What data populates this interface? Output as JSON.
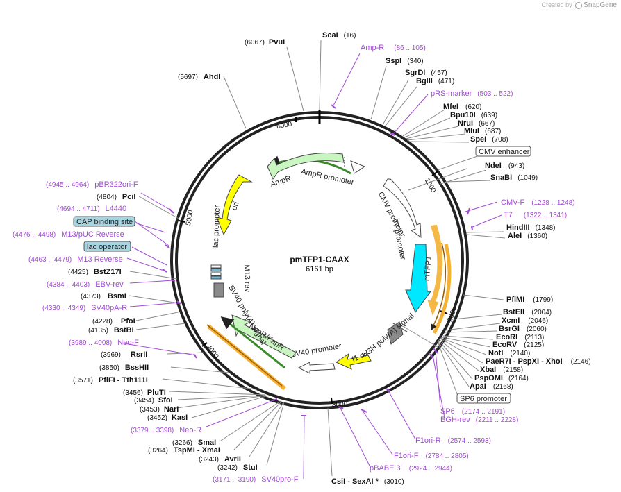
{
  "credit": {
    "prefix": "Created by",
    "brand": "SnapGene"
  },
  "plasmid": {
    "name": "pmTFP1-CAAX",
    "size": "6161 bp"
  },
  "ticks": [
    "1000",
    "2000",
    "3000",
    "4000",
    "5000",
    "6000"
  ],
  "enzymes": [
    {
      "id": "scai",
      "name": "ScaI",
      "pos": "(16)"
    },
    {
      "id": "pvui",
      "name": "PvuI",
      "pos": "(6067)"
    },
    {
      "id": "sspi",
      "name": "SspI",
      "pos": "(340)"
    },
    {
      "id": "sgrdi",
      "name": "SgrDI",
      "pos": "(457)"
    },
    {
      "id": "bglii",
      "name": "BglII",
      "pos": "(471)"
    },
    {
      "id": "mfei",
      "name": "MfeI",
      "pos": "(620)"
    },
    {
      "id": "bpu10i",
      "name": "Bpu10I",
      "pos": "(639)"
    },
    {
      "id": "nrui",
      "name": "NruI",
      "pos": "(667)"
    },
    {
      "id": "mlui",
      "name": "MluI",
      "pos": "(687)"
    },
    {
      "id": "spei",
      "name": "SpeI",
      "pos": "(708)"
    },
    {
      "id": "ndei",
      "name": "NdeI",
      "pos": "(943)"
    },
    {
      "id": "snabi",
      "name": "SnaBI",
      "pos": "(1049)"
    },
    {
      "id": "hindiii",
      "name": "HindIII",
      "pos": "(1348)"
    },
    {
      "id": "alei",
      "name": "AleI",
      "pos": "(1360)"
    },
    {
      "id": "pflmi",
      "name": "PflMI",
      "pos": "(1799)"
    },
    {
      "id": "bsteii",
      "name": "BstEII",
      "pos": "(2004)"
    },
    {
      "id": "xcmi",
      "name": "XcmI",
      "pos": "(2046)"
    },
    {
      "id": "bsrgi",
      "name": "BsrGI",
      "pos": "(2060)"
    },
    {
      "id": "ecori",
      "name": "EcoRI",
      "pos": "(2113)"
    },
    {
      "id": "ecorv",
      "name": "EcoRV",
      "pos": "(2125)"
    },
    {
      "id": "noti",
      "name": "NotI",
      "pos": "(2140)"
    },
    {
      "id": "paer7i",
      "name": "PaeR7I - PspXI - XhoI",
      "pos": "(2146)"
    },
    {
      "id": "xbai",
      "name": "XbaI",
      "pos": "(2158)"
    },
    {
      "id": "psp",
      "name": "PspOMI",
      "pos": "(2164)"
    },
    {
      "id": "apai",
      "name": "ApaI",
      "pos": "(2168)"
    },
    {
      "id": "csii",
      "name": "CsiI - SexAI *",
      "pos": "(3010)"
    },
    {
      "id": "stui",
      "name": "StuI",
      "pos": "(3242)"
    },
    {
      "id": "avrii",
      "name": "AvrII",
      "pos": "(3243)"
    },
    {
      "id": "tspmi",
      "name": "TspMI - XmaI",
      "pos": "(3264)"
    },
    {
      "id": "smai",
      "name": "SmaI",
      "pos": "(3266)"
    },
    {
      "id": "kasi",
      "name": "KasI",
      "pos": "(3452)"
    },
    {
      "id": "nari",
      "name": "NarI",
      "pos": "(3453)"
    },
    {
      "id": "sfoi",
      "name": "SfoI",
      "pos": "(3454)"
    },
    {
      "id": "pluti",
      "name": "PluTI",
      "pos": "(3456)"
    },
    {
      "id": "pflfi",
      "name": "PflFI - Tth111I",
      "pos": "(3571)"
    },
    {
      "id": "bsshii",
      "name": "BssHII",
      "pos": "(3850)"
    },
    {
      "id": "rsrii",
      "name": "RsrII",
      "pos": "(3969)"
    },
    {
      "id": "bstbi",
      "name": "BstBI",
      "pos": "(4135)"
    },
    {
      "id": "pfoi",
      "name": "PfoI",
      "pos": "(4228)"
    },
    {
      "id": "bsmi",
      "name": "BsmI",
      "pos": "(4373)"
    },
    {
      "id": "bstz17i",
      "name": "BstZ17I",
      "pos": "(4425)"
    },
    {
      "id": "pcii",
      "name": "PciI",
      "pos": "(4804)"
    },
    {
      "id": "ahdi",
      "name": "AhdI",
      "pos": "(5697)"
    }
  ],
  "primers": [
    {
      "id": "ampr",
      "name": "Amp-R",
      "range": "(86 .. 105)"
    },
    {
      "id": "prs",
      "name": "pRS-marker",
      "range": "(503 .. 522)"
    },
    {
      "id": "cmvf",
      "name": "CMV-F",
      "range": "(1228 .. 1248)"
    },
    {
      "id": "t7",
      "name": "T7",
      "range": "(1322 .. 1341)"
    },
    {
      "id": "sp6",
      "name": "SP6",
      "range": "(2174 .. 2191)"
    },
    {
      "id": "bghrev",
      "name": "BGH-rev",
      "range": "(2211 .. 2228)"
    },
    {
      "id": "f1orir",
      "name": "F1ori-R",
      "range": "(2574 .. 2593)"
    },
    {
      "id": "f1orif",
      "name": "F1ori-F",
      "range": "(2784 .. 2805)"
    },
    {
      "id": "pbabe",
      "name": "pBABE 3'",
      "range": "(2924 .. 2944)"
    },
    {
      "id": "sv40pro",
      "name": "SV40pro-F",
      "range": "(3171 .. 3190)"
    },
    {
      "id": "neor",
      "name": "Neo-R",
      "range": "(3379 .. 3398)"
    },
    {
      "id": "neof",
      "name": "Neo-F",
      "range": "(3989 .. 4008)"
    },
    {
      "id": "sv40pa",
      "name": "SV40pA-R",
      "range": "(4330 .. 4349)"
    },
    {
      "id": "ebv",
      "name": "EBV-rev",
      "range": "(4384 .. 4403)"
    },
    {
      "id": "m13rev",
      "name": "M13 Reverse",
      "range": "(4463 .. 4479)"
    },
    {
      "id": "m13puc",
      "name": "M13/pUC Reverse",
      "range": "(4476 .. 4498)"
    },
    {
      "id": "l4440",
      "name": "L4440",
      "range": "(4694 .. 4711)"
    },
    {
      "id": "pbr322",
      "name": "pBR322ori-F",
      "range": "(4945 .. 4964)"
    }
  ],
  "boxed_labels": [
    {
      "id": "cmvenh",
      "name": "CMV enhancer"
    },
    {
      "id": "sp6prom",
      "name": "SP6 promoter"
    },
    {
      "id": "cap",
      "name": "CAP binding site"
    },
    {
      "id": "lacop",
      "name": "lac operator"
    }
  ],
  "features": [
    {
      "id": "amprprom",
      "name": "AmpR promoter"
    },
    {
      "id": "ampr",
      "name": "AmpR"
    },
    {
      "id": "ori",
      "name": "ori"
    },
    {
      "id": "cmvprom",
      "name": "CMV promoter"
    },
    {
      "id": "t7prom",
      "name": "T7 promoter"
    },
    {
      "id": "mtfp1",
      "name": "mTFP1"
    },
    {
      "id": "bgh",
      "name": "bGH poly(A) signal"
    },
    {
      "id": "f1ori",
      "name": "f1 ori"
    },
    {
      "id": "sv40prom",
      "name": "SV40 promoter"
    },
    {
      "id": "neokan",
      "name": "NeoR/KanR"
    },
    {
      "id": "sv40pa",
      "name": "SV40 poly(A) signal"
    },
    {
      "id": "m13",
      "name": "M13 rev"
    },
    {
      "id": "lacprom",
      "name": "lac promoter"
    }
  ],
  "colors": {
    "primer": "#a14bd6",
    "backbone": "#222222",
    "ampr": "#c8f5c0",
    "ori": "#ffff00",
    "mtfp1": "#00e8ff",
    "neo": "#c8f5c0",
    "f1": "#ffff00",
    "orf": "#f5b133",
    "bgh": "#8a8a8a"
  }
}
